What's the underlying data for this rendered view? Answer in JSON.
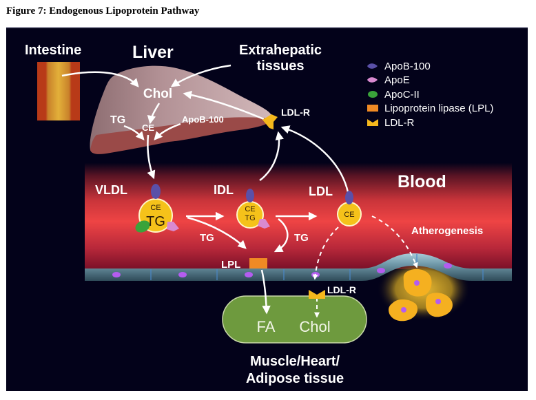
{
  "figure": {
    "title": "Figure 7: Endogenous Lipoprotein Pathway"
  },
  "labels": {
    "intestine": "Intestine",
    "liver": "Liver",
    "extrahepatic": [
      "Extrahepatic",
      "tissues"
    ],
    "chol_liver": "Chol",
    "tg_liver": "TG",
    "ce_liver": "CE",
    "apob_liver": "ApoB-100",
    "ldlr_liver": "LDL-R",
    "blood": "Blood",
    "vldl": "VLDL",
    "idl": "IDL",
    "ldl": "LDL",
    "tg_release_1": "TG",
    "tg_release_2": "TG",
    "lpl": "LPL",
    "atherogenesis": "Atherogenesis",
    "ldlr_tissue": "LDL-R",
    "fa": "FA",
    "chol_tissue": "Chol",
    "tissue_name": [
      "Muscle/Heart/",
      "Adipose tissue"
    ]
  },
  "particles": {
    "vldl": {
      "core": [
        "CE",
        "TG"
      ]
    },
    "idl": {
      "core": [
        "CE",
        "TG"
      ]
    },
    "ldl": {
      "core": [
        "CE"
      ]
    }
  },
  "legend": [
    {
      "icon": "apob100-icon",
      "label": "ApoB-100",
      "color": "#5a50a8"
    },
    {
      "icon": "apoe-icon",
      "label": "ApoE",
      "color": "#d98ad0"
    },
    {
      "icon": "apocii-icon",
      "label": "ApoC-II",
      "color": "#3aa33a"
    },
    {
      "icon": "lpl-icon",
      "label": "Lipoprotein lipase (LPL)",
      "color": "#f08a24"
    },
    {
      "icon": "ldlr-icon",
      "label": "LDL-R",
      "color": "#f5b81c"
    }
  ],
  "colors": {
    "background": "#03021a",
    "blood": "#e8403f",
    "liver": "#b8979a",
    "liver_lower": "#9a4a48",
    "particle": "#f5c21a",
    "tissue": "#6e9a3e",
    "endothelium": "#6f98a8",
    "nucleus": "#b45cf0"
  }
}
